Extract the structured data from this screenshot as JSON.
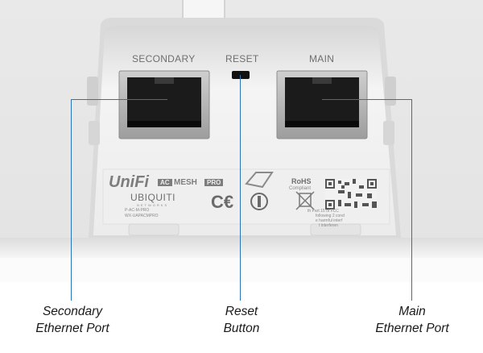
{
  "ports": {
    "secondary": "SECONDARY",
    "reset": "RESET",
    "main": "MAIN"
  },
  "device_label": {
    "logo": "UniFi",
    "model_ac": "AC",
    "model_mesh": "MESH",
    "model_pro": "PRO",
    "brand": "UBIQUITI",
    "brand_sub": "NETWORKS",
    "rohs_line1": "RoHS",
    "rohs_line2": "Compliant",
    "part1": "P-AC-M-PRO",
    "part2": "WX-UAPACMPRO",
    "fcc1": "th Part 15 of FCC",
    "fcc2": "following 2 cond",
    "fcc3": "e harmful interf",
    "fcc4": "t interferen"
  },
  "callouts": {
    "secondary": {
      "line1": "Secondary",
      "line2": "Ethernet Port"
    },
    "reset": {
      "line1": "Reset",
      "line2": "Button"
    },
    "main": {
      "line1": "Main",
      "line2": "Ethernet Port"
    }
  },
  "colors": {
    "callout_line": "#2a73b8",
    "caption_text": "#1a1a1a",
    "housing": "#ececec"
  }
}
